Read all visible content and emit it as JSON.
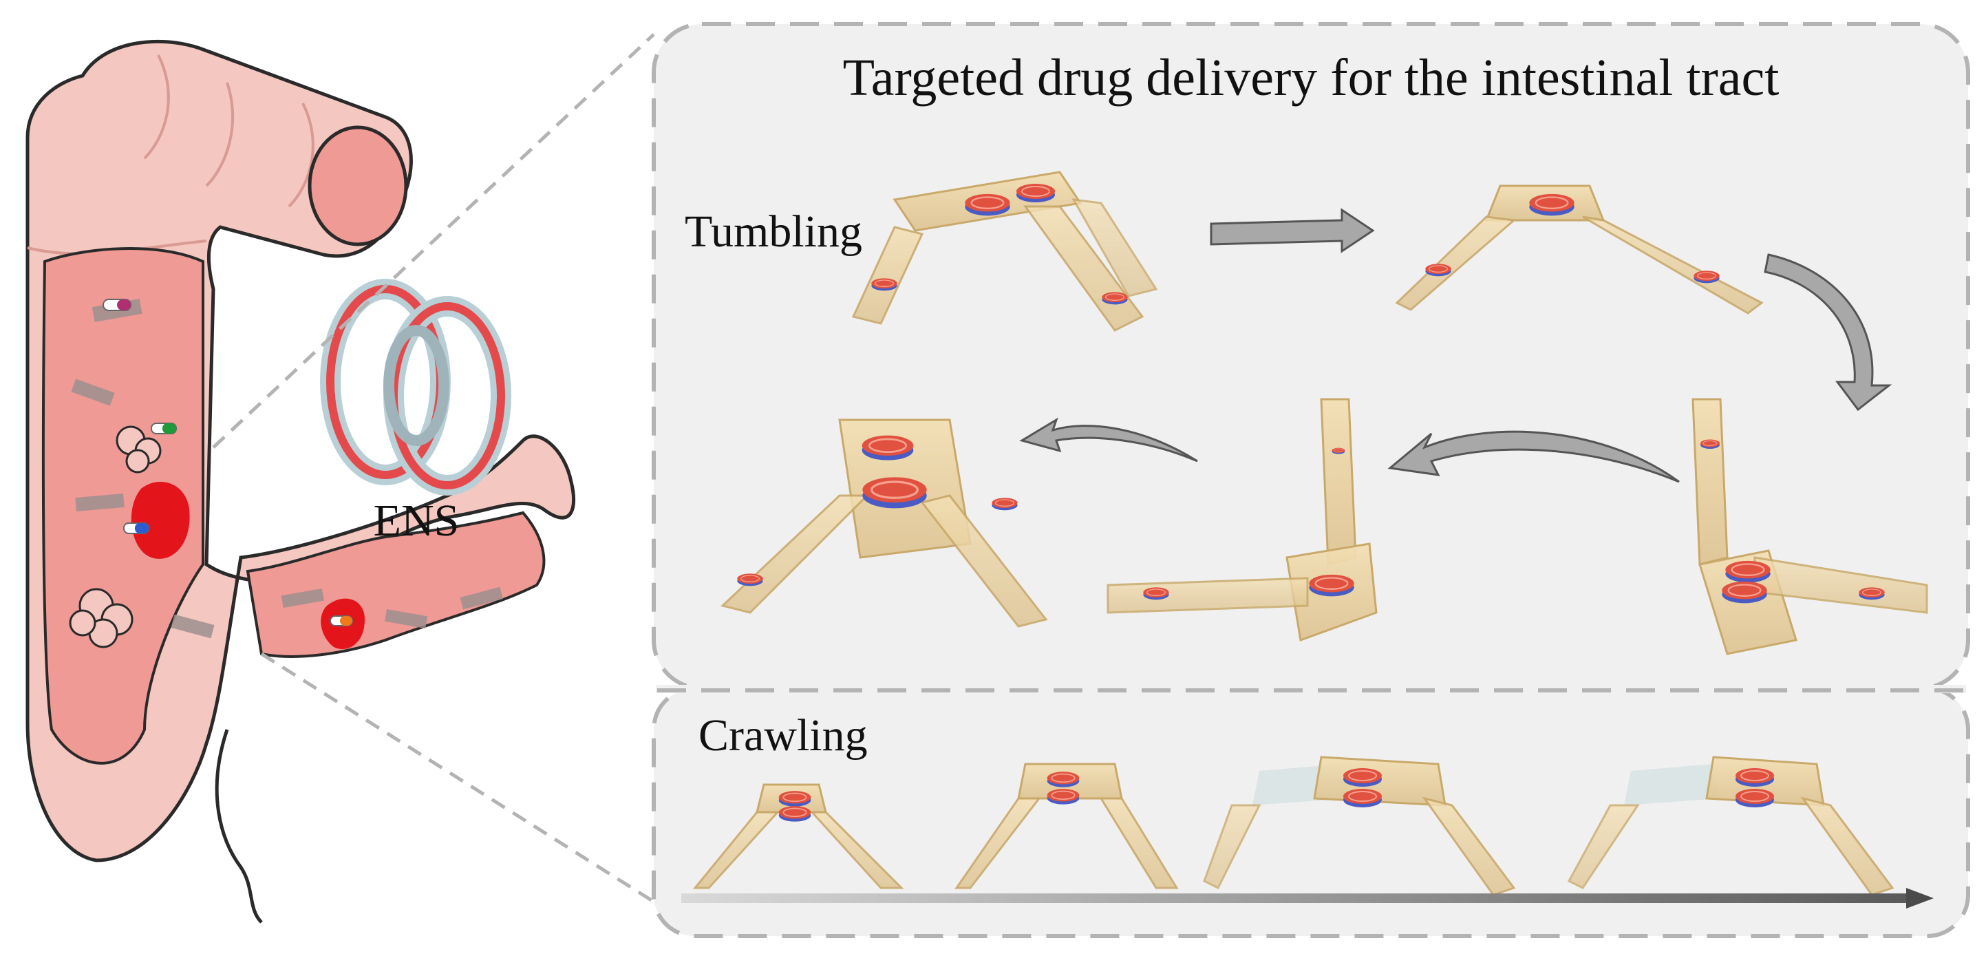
{
  "figure": {
    "title": "Targeted drug delivery for the intestinal tract",
    "labels": {
      "ens": "ENS",
      "tumbling": "Tumbling",
      "crawling": "Crawling"
    },
    "colors": {
      "panel_bg": "#f0f0f0",
      "dashed_border": "#b3b3b3",
      "robot_body": "#e8cf9c",
      "robot_edge": "#c9a96a",
      "magnet_red": "#e0513f",
      "magnet_blue": "#4a5bc4",
      "intestine_outer": "#f4c7c0",
      "intestine_inner": "#ef9a95",
      "lesion": "#e4141b",
      "arrow_gray": "#a8a8a8",
      "ens_ring_red": "#e4494c",
      "ens_ring_blue": "#b9cfd6"
    }
  }
}
